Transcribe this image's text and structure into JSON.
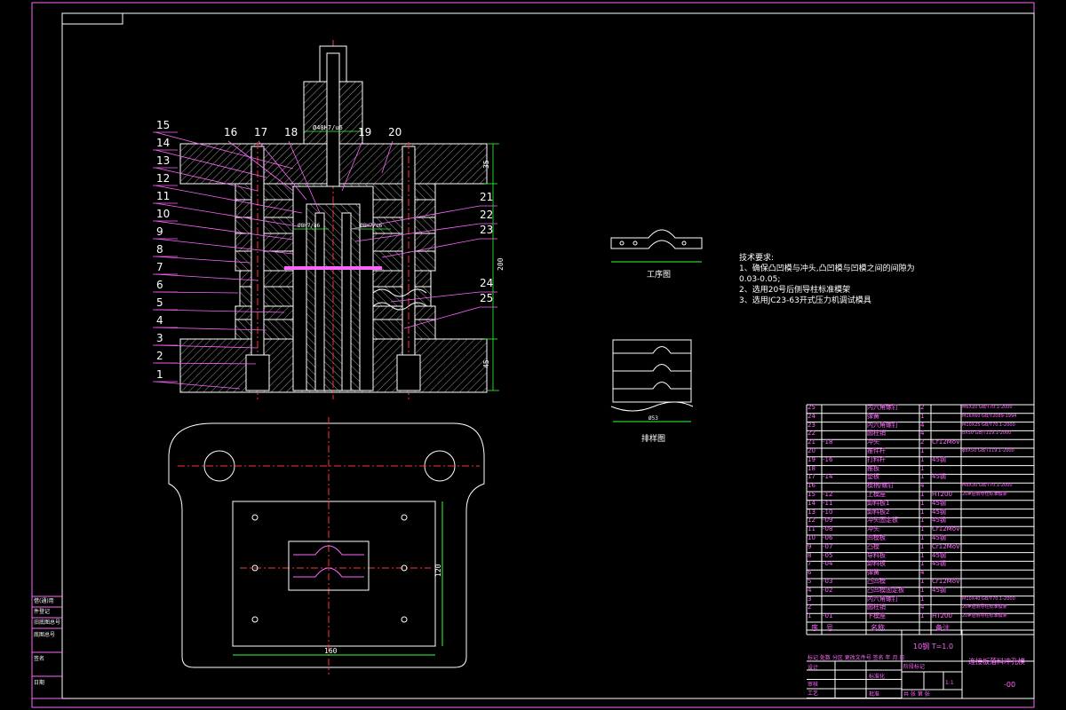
{
  "part_numbers": [
    "1",
    "2",
    "3",
    "4",
    "5",
    "6",
    "7",
    "8",
    "9",
    "10",
    "11",
    "12",
    "13",
    "14",
    "15",
    "16",
    "17",
    "18",
    "19",
    "20",
    "21",
    "22",
    "23",
    "24",
    "25"
  ],
  "dims": {
    "height_total": "200",
    "top_thick": "35",
    "bottom_thick": "45",
    "upper_fit": "Ø40H7/u6",
    "small_fit_left": "Ø8H7/u6",
    "small_fit_right": "Ø8H7/u6",
    "plan_width": "160",
    "plan_height": "120",
    "strip_width": "Ø53"
  },
  "process_label": "工序图",
  "layout_label": "排样图",
  "tech": {
    "title": "技术要求:",
    "line1": "1、确保凸凹模与冲头,凸凹模与凹模之间的间隙为",
    "line2": "0.03-0.05;",
    "line3": "2、选用20号后侧导柱标准模架",
    "line4": "3、选用JC23-63开式压力机调试模具"
  },
  "title_block": {
    "drawing_title": "连接板落料冲孔模",
    "material": "10钢 T=1.0",
    "scale": "1:1",
    "code": "-00",
    "col_headers": [
      "序",
      "号",
      "名称",
      "",
      "备注"
    ],
    "sign_row": "标记 处数 分区 更改文件号 签名 年 月 日",
    "design": "设计",
    "std": "标准化",
    "review": "审核",
    "craft": "工艺",
    "approve": "批准",
    "stage": "阶段标记",
    "weight": "重量",
    "ratio": "比例",
    "sheet": "共 张 第 张"
  },
  "side_stamp": [
    "借(通)用",
    "件登记",
    "旧底图总号",
    "底图总号",
    "签名",
    "日期"
  ],
  "bom": [
    [
      "25",
      "",
      "内六角螺钉",
      "2",
      "",
      "M6X10 GB/T70.1-2000"
    ],
    [
      "24",
      "",
      "弹簧",
      "1",
      "",
      "M16X60 GB/T2089-1994"
    ],
    [
      "23",
      "",
      "内六角螺钉",
      "4",
      "",
      "M10X25 GB/T70.1-2000"
    ],
    [
      "22",
      "",
      "圆柱销",
      "4",
      "",
      "8X50 GB/T119.1-2000"
    ],
    [
      "21",
      "-18",
      "冲头",
      "2",
      "Cr12MoV",
      ""
    ],
    [
      "20",
      "",
      "推件杆",
      "1",
      "",
      "ϕ8X50 GB/T119.1-2000"
    ],
    [
      "19",
      "-16",
      "打料杆",
      "1",
      "45钢",
      ""
    ],
    [
      "18",
      "",
      "推板",
      "1",
      "",
      ""
    ],
    [
      "17",
      "-14",
      "垫板",
      "1",
      "45钢",
      ""
    ],
    [
      "16",
      "",
      "模柄/螺钉",
      "4",
      "",
      "M8X30 GB/T70.1-2000"
    ],
    [
      "15",
      "-12",
      "上模座",
      "1",
      "HT200",
      "20#后侧导柱标准模架"
    ],
    [
      "14",
      "-11",
      "卸料板1",
      "1",
      "45钢",
      ""
    ],
    [
      "13",
      "-10",
      "卸料板2",
      "1",
      "45钢",
      ""
    ],
    [
      "12",
      "-09",
      "冲头固定板",
      "1",
      "45钢",
      ""
    ],
    [
      "11",
      "-08",
      "冲头",
      "1",
      "Cr12MoV",
      ""
    ],
    [
      "10",
      "-06",
      "凹模板",
      "1",
      "45钢",
      ""
    ],
    [
      "9",
      "-07",
      "凸模",
      "1",
      "Cr12MoV",
      ""
    ],
    [
      "8",
      "-05",
      "导料板",
      "1",
      "45钢",
      ""
    ],
    [
      "7",
      "-04",
      "卸料板",
      "1",
      "45钢",
      ""
    ],
    [
      "6",
      "",
      "弹簧",
      "4",
      "",
      ""
    ],
    [
      "5",
      "-03",
      "凸凹模",
      "1",
      "Cr12MoV",
      ""
    ],
    [
      "4",
      "-02",
      "凸凹模固定板",
      "1",
      "45钢",
      ""
    ],
    [
      "3",
      "",
      "内六角螺钉",
      "1",
      "",
      "M10X40 GB/T70.1-2000"
    ],
    [
      "2",
      "",
      "圆柱销",
      "4",
      "",
      "20#后侧导柱标准模架"
    ],
    [
      "1",
      "-01",
      "下模座",
      "1",
      "HT200",
      "20#后侧导柱标准模架"
    ]
  ],
  "colors": {
    "bg": "#000000",
    "frame": "#ff66ff",
    "line": "#ffffff",
    "center": "#ff3333",
    "dim": "#33ff33",
    "mag": "#ff66ff",
    "cyan": "#66ffff"
  }
}
